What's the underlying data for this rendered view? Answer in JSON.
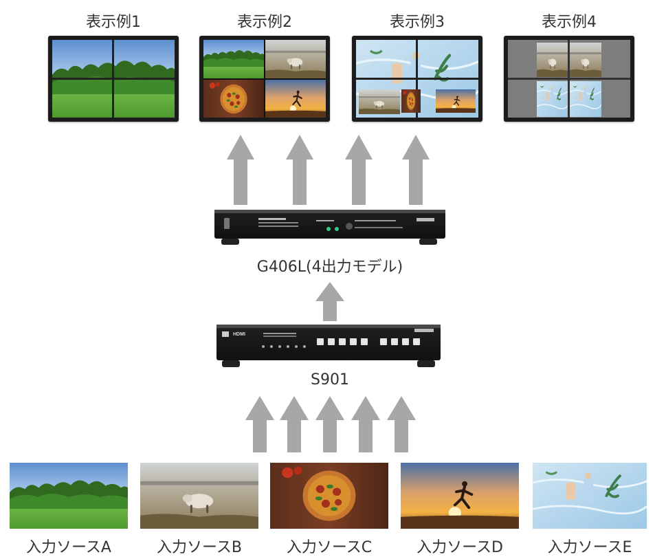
{
  "outputs": {
    "example1": "表示例1",
    "example2": "表示例2",
    "example3": "表示例3",
    "example4": "表示例4"
  },
  "devices": {
    "g406l": {
      "caption": "G406L(4出力モデル)"
    },
    "s901": {
      "caption": "S901",
      "logo": "HDMI"
    }
  },
  "inputs": [
    {
      "label": "入力ソースA",
      "image": "meadow-trees"
    },
    {
      "label": "入力ソースB",
      "image": "sheep-field"
    },
    {
      "label": "入力ソースC",
      "image": "pizza"
    },
    {
      "label": "入力ソースD",
      "image": "runner-sunset"
    },
    {
      "label": "入力ソースE",
      "image": "cosmetics-water"
    }
  ]
}
